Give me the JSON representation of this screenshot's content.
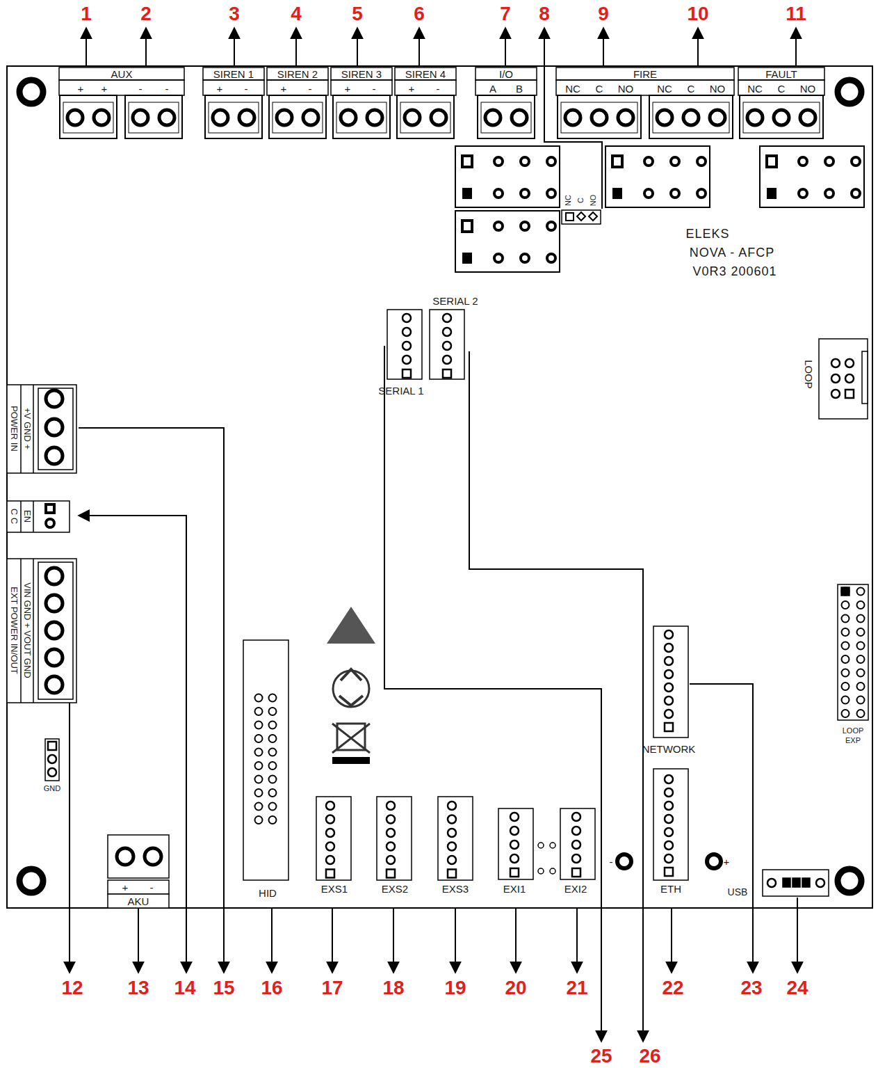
{
  "diagram": {
    "labels": [
      "1",
      "2",
      "3",
      "4",
      "5",
      "6",
      "7",
      "8",
      "9",
      "10",
      "11",
      "12",
      "13",
      "14",
      "15",
      "16",
      "17",
      "18",
      "19",
      "20",
      "21",
      "22",
      "23",
      "24",
      "25",
      "26",
      "AUX",
      "+",
      "+",
      "-",
      "-",
      "SIREN 1",
      "+",
      "-",
      "SIREN 2",
      "+",
      "-",
      "SIREN 3",
      "+",
      "-",
      "SIREN 4",
      "+",
      "-",
      "I/O",
      "A",
      "B",
      "FIRE",
      "NC",
      "C",
      "NO",
      "NC",
      "C",
      "NO",
      "FAULT",
      "NC",
      "C",
      "NO",
      "NC",
      "C",
      "NO",
      "ELEKS",
      "NOVA - AFCP",
      "V0R3 200601",
      "SERIAL 2",
      "SERIAL 1",
      "LOOP",
      "LOOP",
      "EXP",
      "POWER IN",
      "+V GND +",
      "C C",
      "EN",
      "EXT POWER IN/OUT",
      "VIN GND + VOUT GND",
      "GND",
      "AKU",
      "+",
      "-",
      "HID",
      "EXS1",
      "EXS2",
      "EXS3",
      "EXI1",
      "EXI2",
      "NETWORK",
      "ETH",
      "USB",
      "-",
      "+"
    ]
  }
}
